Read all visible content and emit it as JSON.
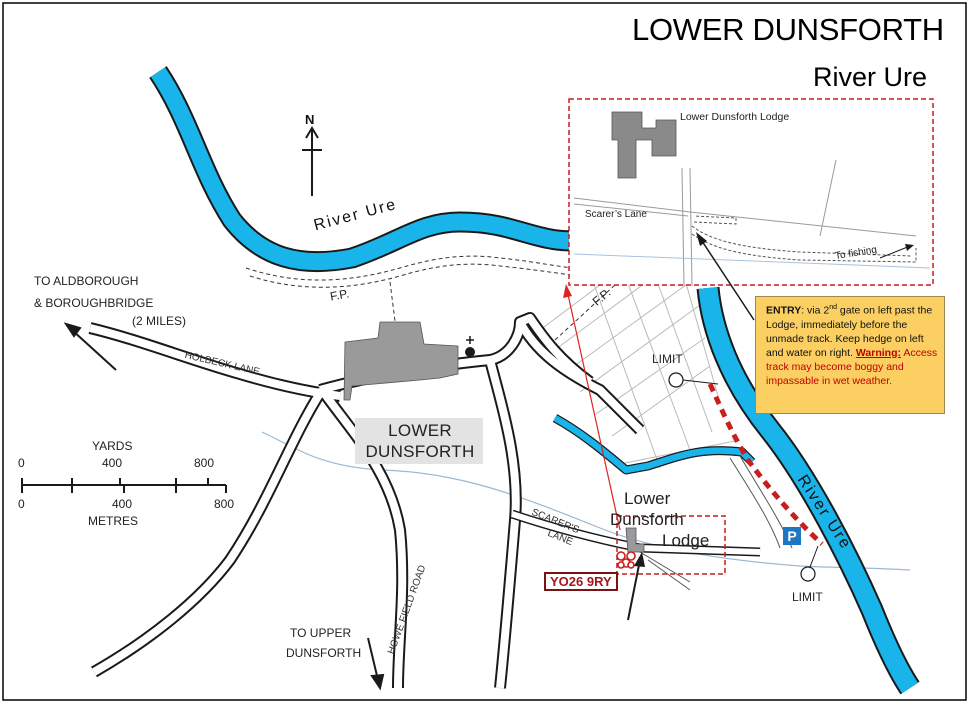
{
  "title": "LOWER DUNSFORTH",
  "subtitle": "River Ure",
  "north": "N",
  "river_label_top": "River Ure",
  "river_label_right": "River Ure",
  "footpath_labels": [
    "F.P.",
    "F.P."
  ],
  "to_aldborough": [
    "TO ALDBOROUGH",
    "& BOROUGHBRIDGE",
    "(2 MILES)"
  ],
  "holbeck_lane": "HOLBECK LANE",
  "village_label": "LOWER DUNSFORTH",
  "scarers_lane": [
    "SCARER'S",
    "LANE"
  ],
  "howe_field_road": "HOWE FIELD ROAD",
  "to_upper": [
    "TO UPPER",
    "DUNSFORTH"
  ],
  "limit_labels": [
    "LIMIT",
    "LIMIT"
  ],
  "parking": "P",
  "lodge_label": [
    "Lower",
    "Dunsforth",
    "Lodge"
  ],
  "postcode": "YO26 9RY",
  "scale": {
    "yards_label": "YARDS",
    "metres_label": "METRES",
    "yards_ticks": [
      "0",
      "400",
      "800"
    ],
    "metres_ticks": [
      "0",
      "400",
      "800"
    ]
  },
  "inset": {
    "lodge_label": "Lower Dunsforth Lodge",
    "lane_label": "Scarer’s Lane",
    "fishing_label": "To fishing"
  },
  "entry": {
    "label": "ENTRY",
    "text_a": ": via 2",
    "sup": "nd",
    "text_b": " gate on left past the Lodge, immediately before the unmade track.  Keep hedge on left and water on right.",
    "warning_label": "Warning:",
    "warning_text": " Access track may become boggy and impassable in wet weather."
  },
  "colors": {
    "river": "#19b4ea",
    "river_outline": "#1a1a1a",
    "highlight_dashes": "#c81e1e",
    "entry_box": "#fbcf62",
    "parking": "#1e77c2",
    "building": "#9a9a9a",
    "stream": "#9ab8d6"
  }
}
